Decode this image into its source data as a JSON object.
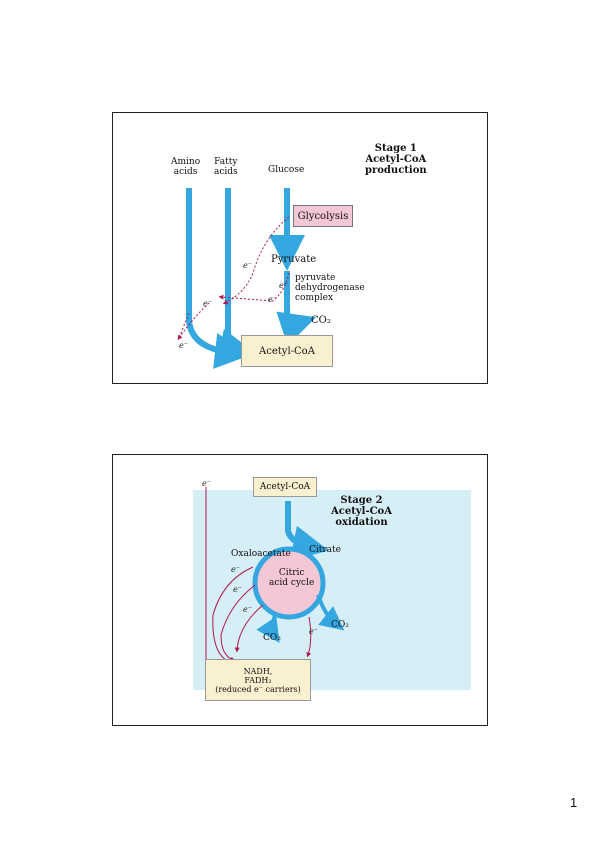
{
  "slide1": {
    "title_line1": "Stage 1",
    "title_line2": "Acetyl-CoA",
    "title_line3": "production",
    "amino_acids": [
      "Amino",
      "acids"
    ],
    "fatty_acids": [
      "Fatty",
      "acids"
    ],
    "glucose": "Glucose",
    "glycolysis": "Glycolysis",
    "pyruvate": "Pyruvate",
    "pdh": [
      "pyruvate",
      "dehydrogenase",
      "complex"
    ],
    "co2": "CO₂",
    "acetyl_coa": "Acetyl-CoA",
    "electron": "e⁻"
  },
  "slide2": {
    "title_line1": "Stage 2",
    "title_line2": "Acetyl-CoA",
    "title_line3": "oxidation",
    "acetyl_coa": "Acetyl-CoA",
    "citrate": "Citrate",
    "oxaloacetate": "Oxaloacetate",
    "cycle": [
      "Citric",
      "acid cycle"
    ],
    "co2": "CO₂",
    "carriers": [
      "NADH,",
      "FADH₂",
      "(reduced e⁻ carriers)"
    ],
    "electron": "e⁻"
  },
  "page_number": "1",
  "colors": {
    "blue": "#34a6e0",
    "pink": "#f3c7d6",
    "cream": "#f9f0cf",
    "lightblue": "#d6eef6",
    "arrow": "#b01850"
  }
}
